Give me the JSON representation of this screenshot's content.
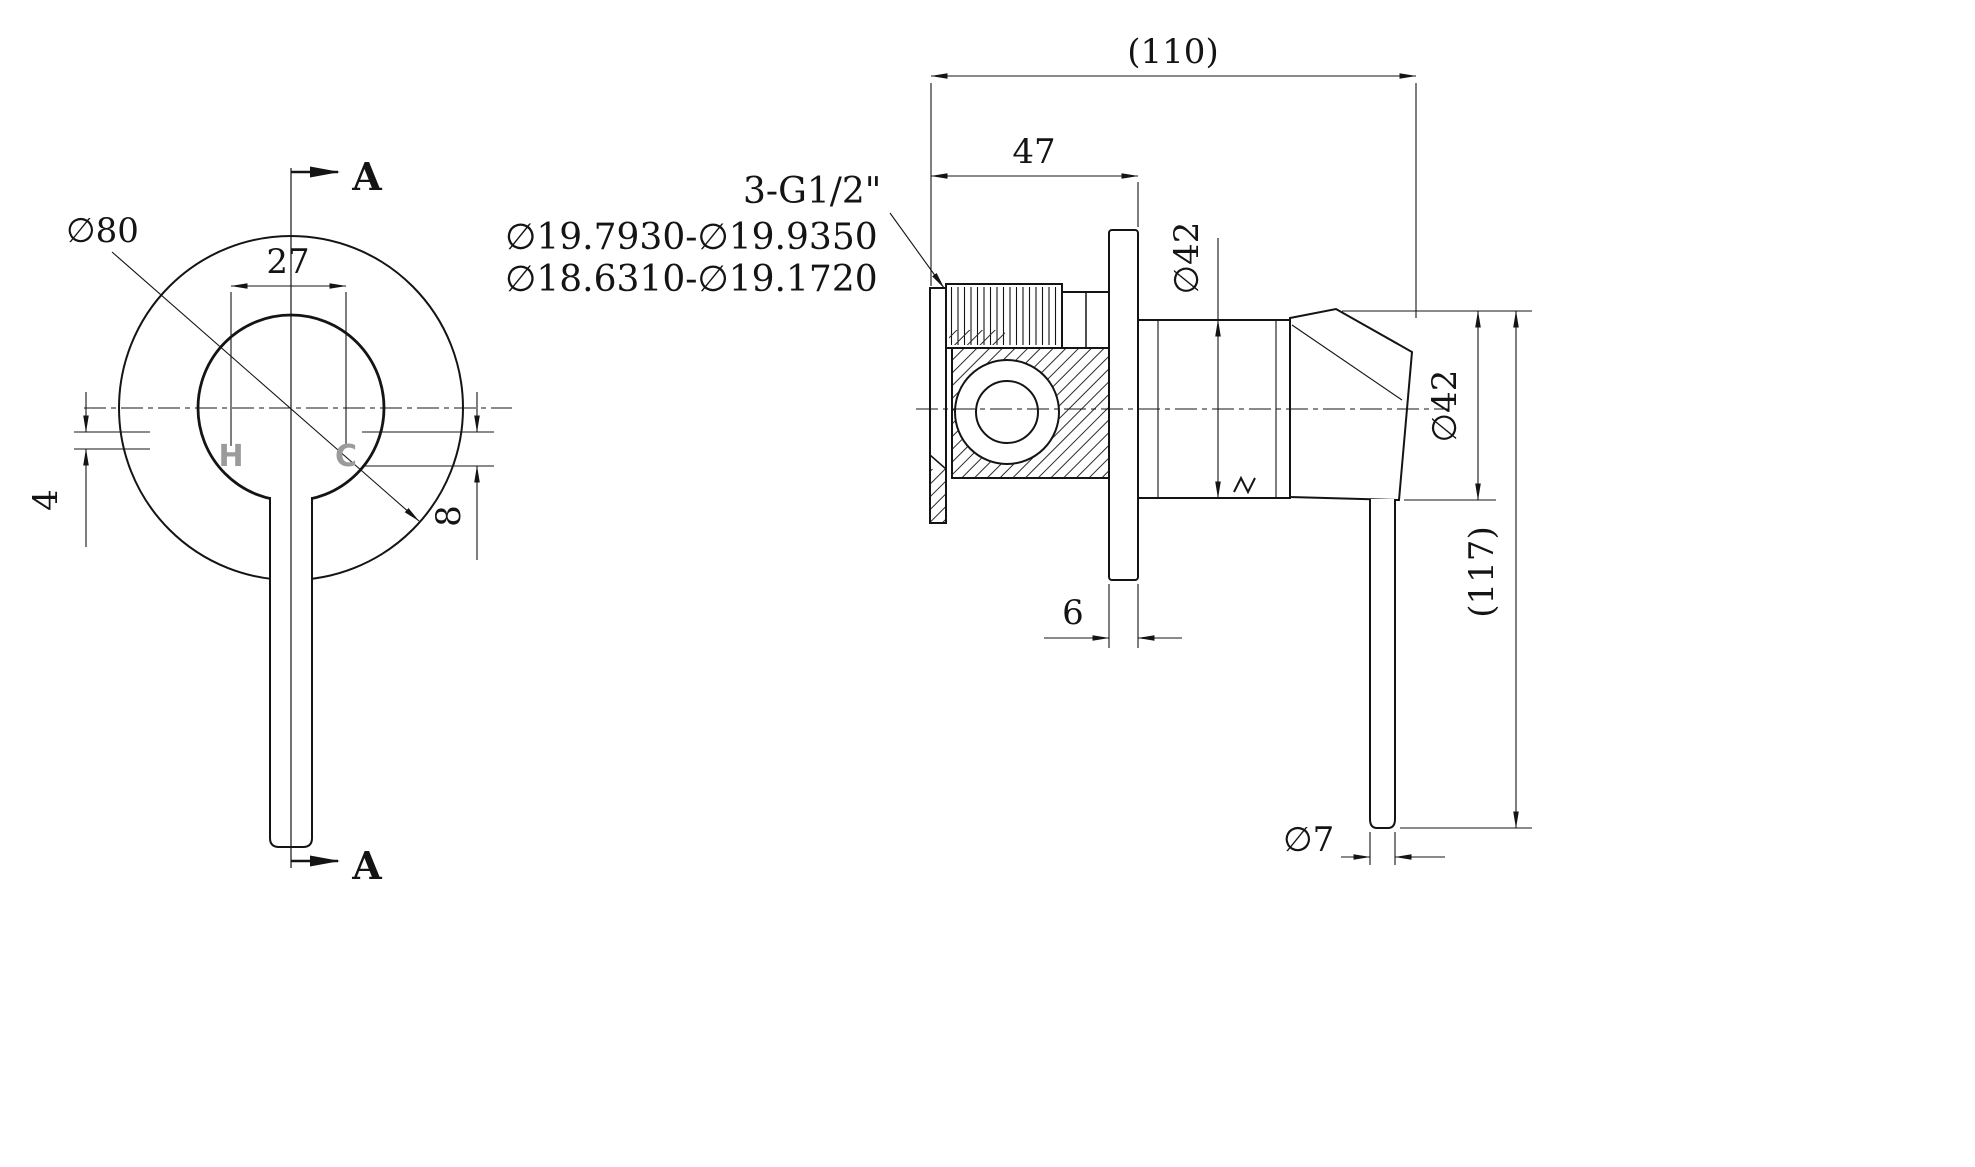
{
  "colors": {
    "background": "#ffffff",
    "line": "#141414",
    "muted_label": "#9b9b9b"
  },
  "front_view": {
    "section_label_top": "A",
    "section_label_bottom": "A",
    "plate_diameter": "∅80",
    "port_spacing": "27",
    "hot_label": "H",
    "cold_label": "C",
    "offset_4": "4",
    "offset_8": "8"
  },
  "notes": {
    "thread_spec": "3-G1/2\"",
    "tolerance_upper": "∅19.7930-∅19.9350",
    "tolerance_lower": "∅18.6310-∅19.1720"
  },
  "side_view": {
    "overall_depth": "(110)",
    "inlet_to_plate": "47",
    "body_diameter": "∅42",
    "handle_diameter": "∅42",
    "overall_height": "(117)",
    "plate_thickness": "6",
    "rod_diameter": "∅7"
  }
}
